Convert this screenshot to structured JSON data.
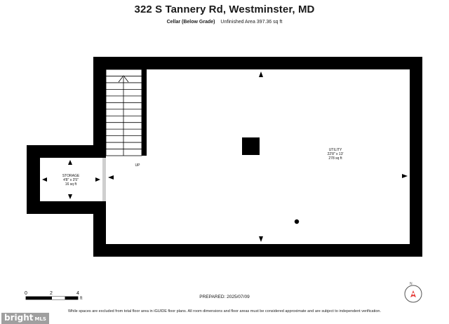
{
  "header": {
    "title": "322 S Tannery Rd, Westminster, MD",
    "level": "Cellar (Below Grade)",
    "area": "Unfinished Area 397.36 sq ft"
  },
  "rooms": {
    "utility": {
      "name": "UTILITY",
      "dims": "22'8\" x 13'",
      "area": "278 sq ft"
    },
    "storage": {
      "name": "STORAGE",
      "dims": "4'8\" x 3'5\"",
      "area": "16 sq ft"
    },
    "stairs": {
      "label": "UP"
    }
  },
  "scale": {
    "ticks": [
      "0",
      "2",
      "4"
    ],
    "unit": "ft"
  },
  "prepared": "PREPARED: 2025/07/09",
  "disclaimer": "While spaces are excluded from total floor area in iGUIDE floor plans. All room dimensions and floor areas must be considered approximate and are subject to independent verification.",
  "watermark": {
    "brand": "bright",
    "suffix": "MLS"
  },
  "colors": {
    "wall": "#000000",
    "background": "#ffffff",
    "compass": "#e53935"
  }
}
